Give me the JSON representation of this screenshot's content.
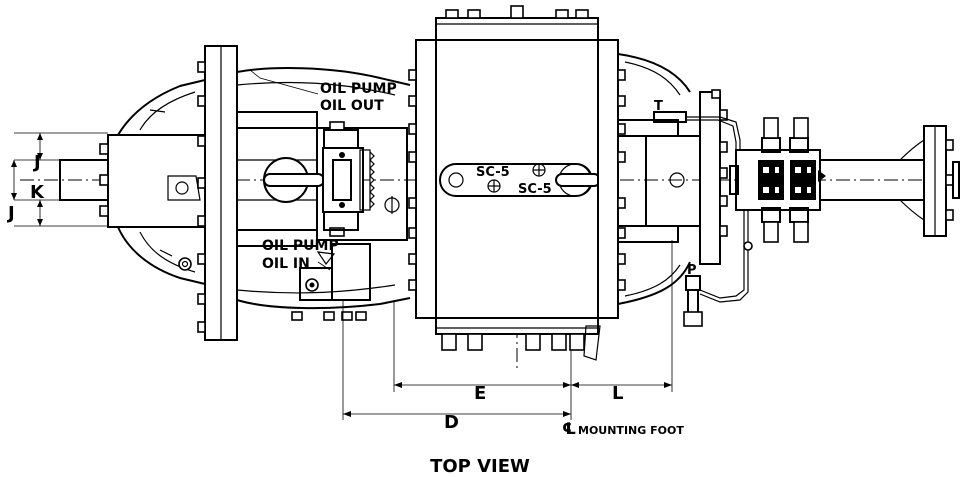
{
  "labels": {
    "oil_pump_out_1": "OIL PUMP",
    "oil_pump_out_2": "OIL OUT",
    "oil_pump_in_1": "OIL PUMP",
    "oil_pump_in_2": "OIL IN",
    "tag_t": "T",
    "tag_p": "P",
    "sc5_left": "SC-5",
    "sc5_right": "SC-5",
    "mounting_foot_symbol": "℄",
    "mounting_foot": "MOUNTING FOOT",
    "view_title": "TOP VIEW"
  },
  "dimensions": {
    "j_top": "J",
    "k": "K",
    "j_bottom": "J",
    "e": "E",
    "l": "L",
    "d": "D"
  }
}
